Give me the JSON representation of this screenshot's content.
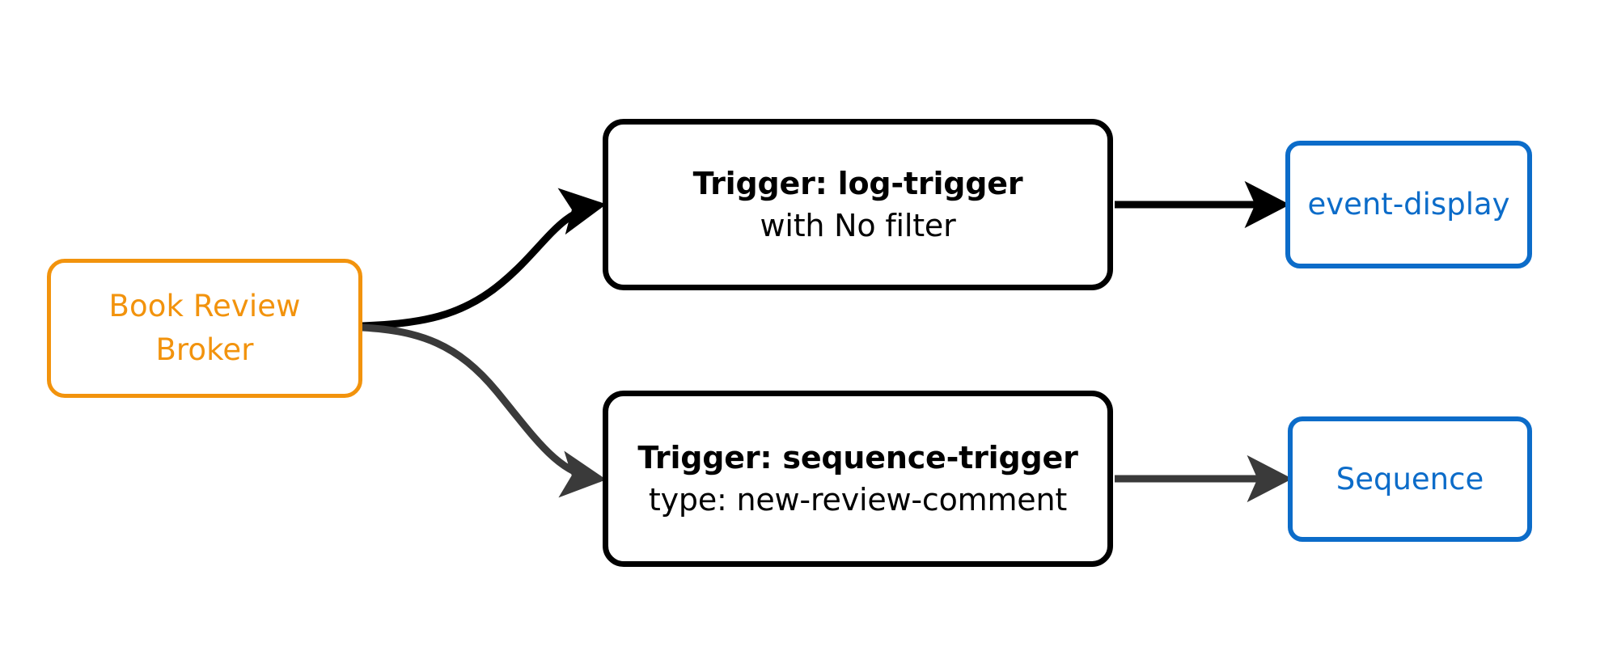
{
  "diagram": {
    "type": "event-broker-flow",
    "background": "#ffffff",
    "colors": {
      "broker_accent": "#F2930D",
      "trigger_stroke": "#000000",
      "sink_accent": "#0C6CC9",
      "edge_primary": "#000000",
      "edge_secondary": "#3A3A3A"
    },
    "nodes": {
      "broker": {
        "id": "book-review-broker",
        "line1": "Book Review",
        "line2": "Broker"
      },
      "trigger_log": {
        "id": "log-trigger",
        "title": "Trigger: log-trigger",
        "subtitle": "with No filter"
      },
      "trigger_sequence": {
        "id": "sequence-trigger",
        "title": "Trigger: sequence-trigger",
        "subtitle": "type: new-review-comment"
      },
      "sink_event_display": {
        "id": "event-display",
        "label": "event-display"
      },
      "sink_sequence": {
        "id": "sequence",
        "label": "Sequence"
      }
    },
    "edges": [
      {
        "name": "broker-to-log-trigger",
        "from": "book-review-broker",
        "to": "log-trigger",
        "style": "curved",
        "color": "#000000",
        "arrowhead": true
      },
      {
        "name": "broker-to-sequence-trigger",
        "from": "book-review-broker",
        "to": "sequence-trigger",
        "style": "curved",
        "color": "#3A3A3A",
        "arrowhead": true
      },
      {
        "name": "log-trigger-to-event-display",
        "from": "log-trigger",
        "to": "event-display",
        "style": "straight",
        "color": "#000000",
        "arrowhead": true
      },
      {
        "name": "sequence-trigger-to-sequence",
        "from": "sequence-trigger",
        "to": "sequence",
        "style": "straight",
        "color": "#3A3A3A",
        "arrowhead": true
      }
    ]
  }
}
